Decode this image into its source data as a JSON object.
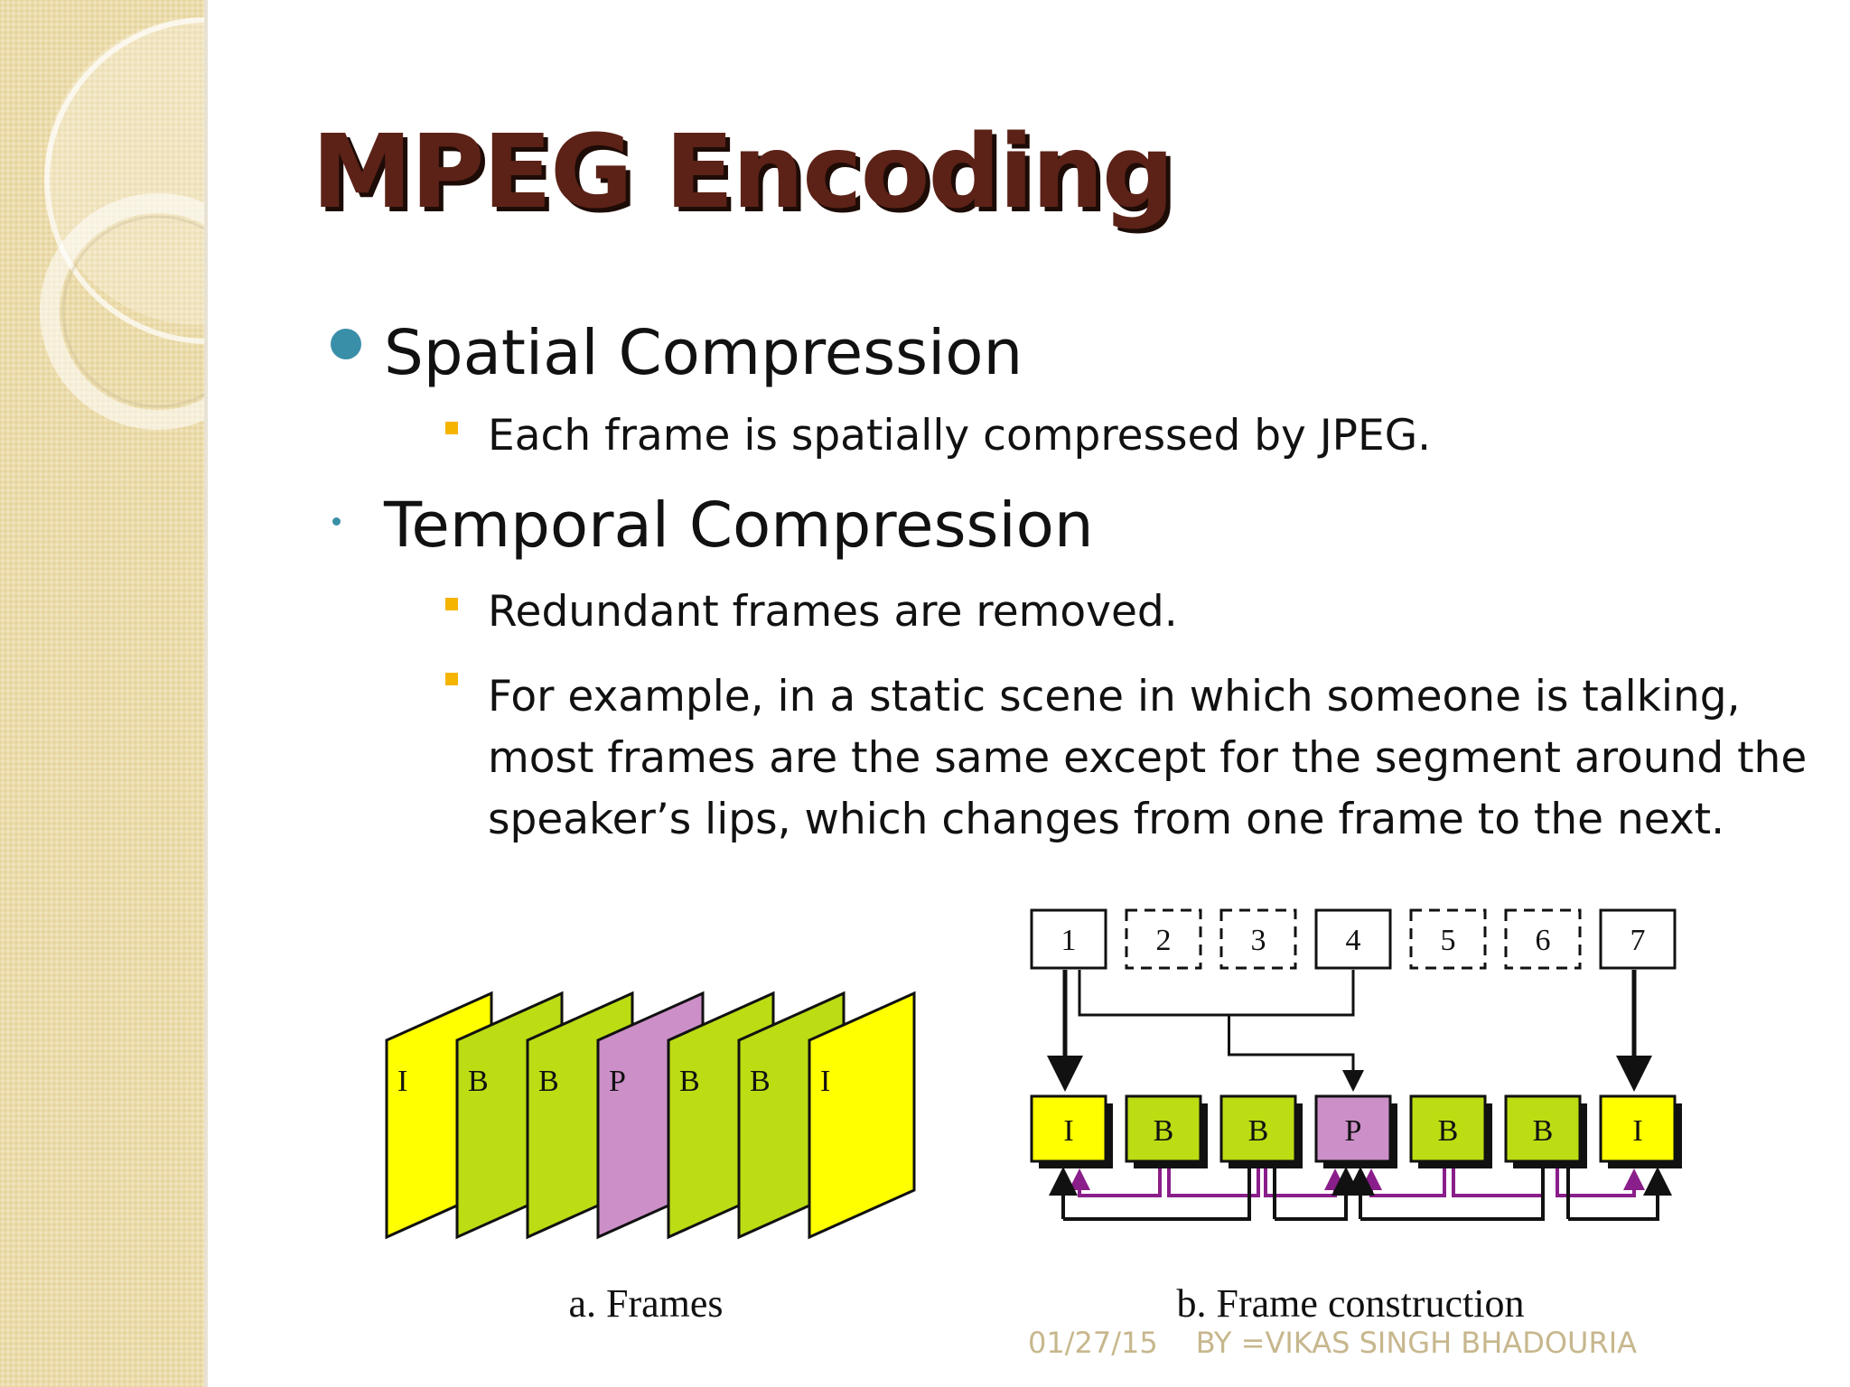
{
  "slide": {
    "title": "MPEG Encoding",
    "bullets": [
      {
        "text": "Spatial Compression",
        "subbullets": [
          "Each frame is spatially compressed by JPEG."
        ]
      },
      {
        "text": "Temporal Compression",
        "subbullets": [
          "Redundant frames are removed.",
          "For example, in a static scene in which someone is talking, most frames are the same except for the segment around the speaker’s lips, which changes from one frame to the next."
        ],
        "wrapped_lines": [
          "For example, in a static scene in which someone is talking,",
          "most frames are the same except for the segment around the",
          "speaker’s lips, which changes from one frame to the next."
        ]
      }
    ]
  },
  "figure": {
    "frames": {
      "labels": [
        "I",
        "B",
        "B",
        "P",
        "B",
        "B",
        "I"
      ],
      "caption": "a. Frames"
    },
    "construction": {
      "order": [
        "1",
        "2",
        "3",
        "4",
        "5",
        "6",
        "7"
      ],
      "labels": [
        "I",
        "B",
        "B",
        "P",
        "B",
        "B",
        "I"
      ],
      "caption": "b. Frame construction"
    },
    "colors": {
      "I": "#ffff00",
      "B": "#bcdc14",
      "P": "#cc8fc8",
      "arrow_purple": "#8a1e8a"
    }
  },
  "footer": {
    "date": "01/27/15",
    "author": "BY =VIKAS SINGH BHADOURIA"
  },
  "theme": {
    "title_color": "#5c2217",
    "bullet_color": "#3a8fa8",
    "sub_bullet_color": "#f5b400",
    "sidebar_color": "#ecdcab"
  }
}
